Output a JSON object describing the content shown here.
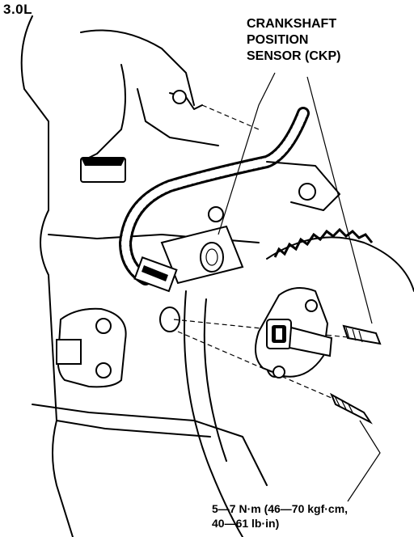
{
  "diagram": {
    "engine_label": "3.0L",
    "component_callout": [
      "CRANKSHAFT",
      "POSITION",
      "SENSOR (CKP)"
    ],
    "torque_spec": [
      "5—7 N·m (46—70 kgf·cm,",
      "40—61 lb·in)"
    ]
  }
}
